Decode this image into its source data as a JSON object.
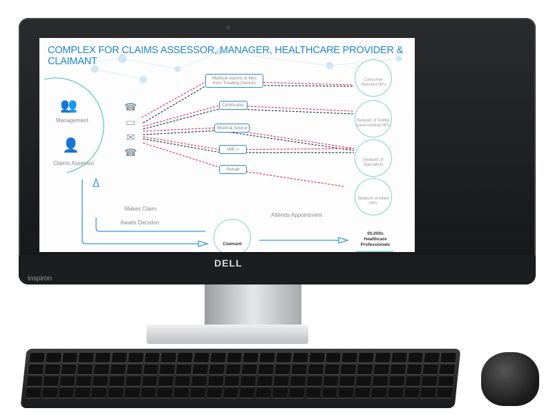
{
  "device": {
    "brand": "DELL",
    "model": "inspiron"
  },
  "diagram": {
    "title": "COMPLEX FOR CLAIMS ASSESSOR, MANAGER, HEALTHCARE PROVIDER & CLAIMANT",
    "left": {
      "management": "Management",
      "claims_assessor": "Claims Assessor"
    },
    "channels": [
      "phone-icon",
      "monitor-icon",
      "email-icon",
      "fax-icon"
    ],
    "documents": [
      "Medical reports & files from Treating Doctors",
      "Certificates",
      "Medical Advice",
      "IME s",
      "Rehab"
    ],
    "providers": [
      "Consumer Selected HPs",
      "Network of mobile para-medical HPs",
      "Network of Specialists",
      "Network of Allied HPs"
    ],
    "claimant": "Claimant",
    "flows": {
      "makes_claim": "Makes Claim",
      "awaits_decision": "Awaits Decision",
      "attends_appointment": "Attends Appointment"
    },
    "summary": "00,000s Healthcare Professionals",
    "colors": {
      "accent": "#1e88c9",
      "teal": "#7fd3c4",
      "red_dash": "#e8365c",
      "dark_dash": "#1f3a4d"
    }
  }
}
